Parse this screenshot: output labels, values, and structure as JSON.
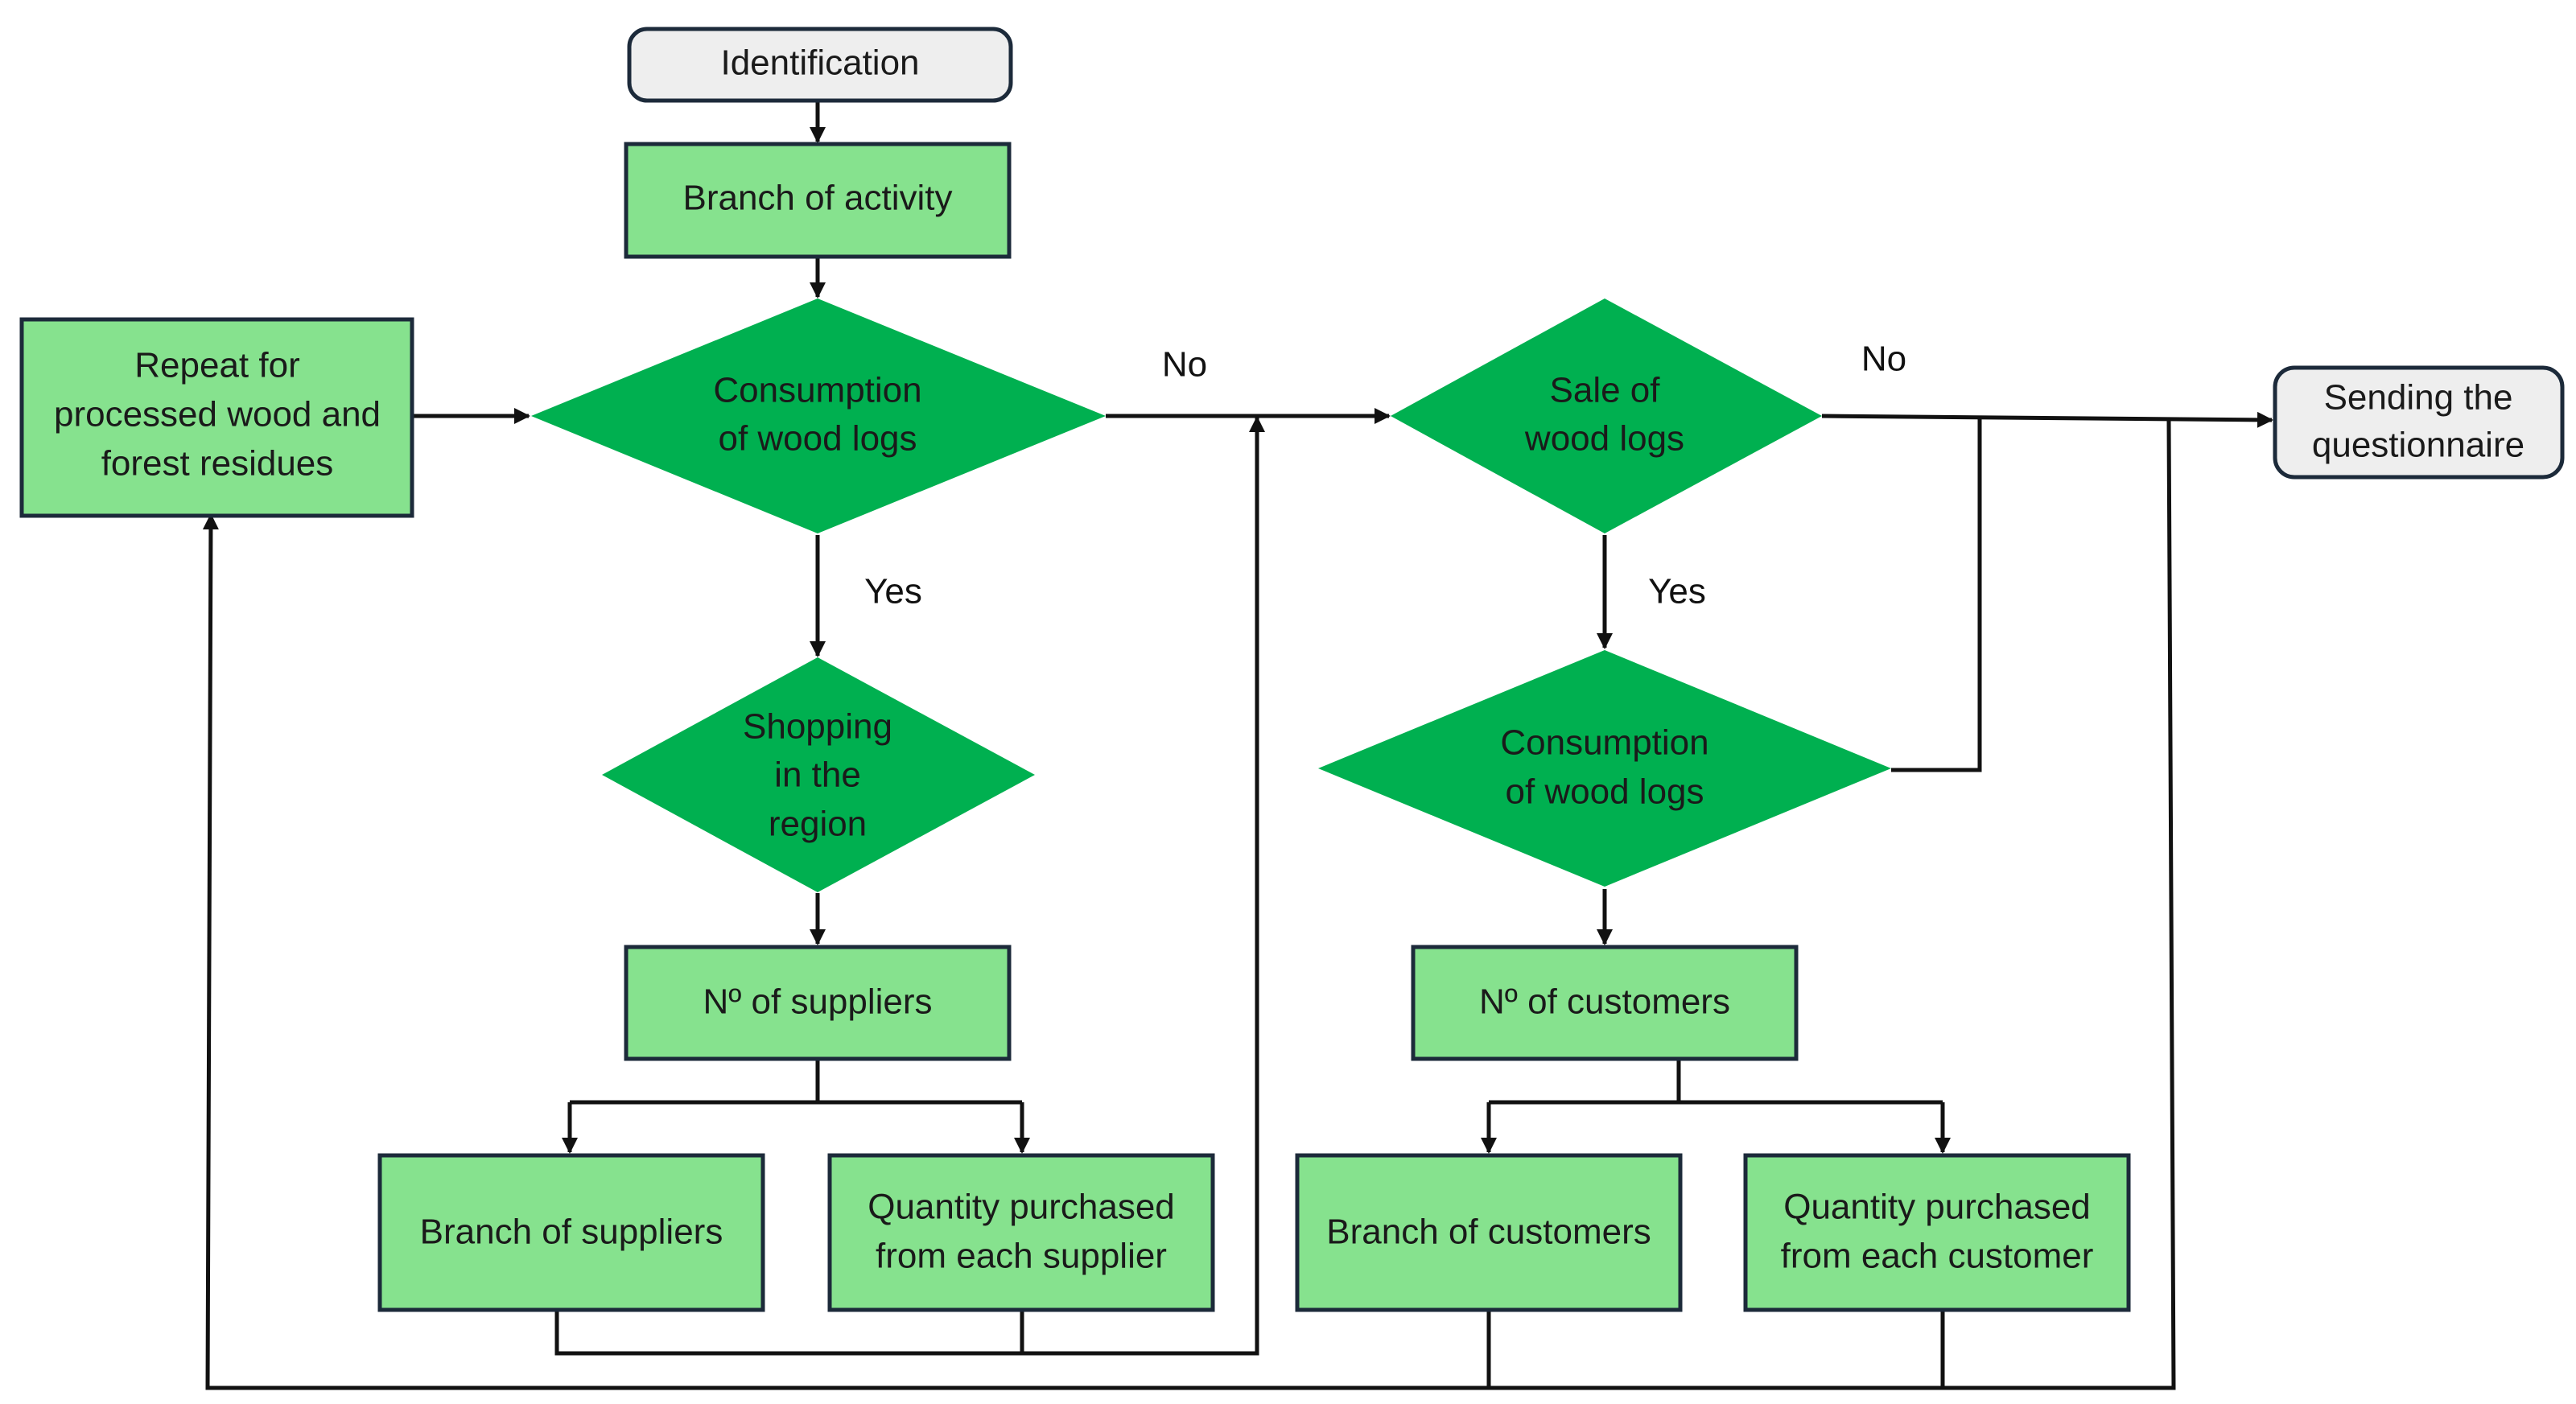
{
  "colors": {
    "process_fill": "#86e28e",
    "decision_fill": "#00b050",
    "terminal_fill": "#eeeeee",
    "border": "#1c2a3a",
    "line": "#111111"
  },
  "nodes": {
    "identification": {
      "label": "Identification"
    },
    "branch_activity": {
      "label": "Branch of activity"
    },
    "repeat": {
      "lines": [
        "Repeat for",
        "processed wood and",
        "forest residues"
      ]
    },
    "consumption_logs_1": {
      "lines": [
        "Consumption",
        "of wood logs"
      ]
    },
    "sale_logs": {
      "lines": [
        "Sale of",
        "wood logs"
      ]
    },
    "sending": {
      "lines": [
        "Sending the",
        "questionnaire"
      ]
    },
    "shopping_region": {
      "lines": [
        "Shopping",
        "in the",
        "region"
      ]
    },
    "consumption_logs_2": {
      "lines": [
        "Consumption",
        "of wood logs"
      ]
    },
    "n_suppliers": {
      "label": "Nº of suppliers"
    },
    "n_customers": {
      "label": "Nº of customers"
    },
    "branch_suppliers": {
      "label": "Branch of suppliers"
    },
    "qty_supplier": {
      "lines": [
        "Quantity purchased",
        "from each supplier"
      ]
    },
    "branch_customers": {
      "label": "Branch of customers"
    },
    "qty_customer": {
      "lines": [
        "Quantity purchased",
        "from each customer"
      ]
    }
  },
  "edge_labels": {
    "no_1": "No",
    "no_2": "No",
    "yes_1": "Yes",
    "yes_2": "Yes"
  }
}
